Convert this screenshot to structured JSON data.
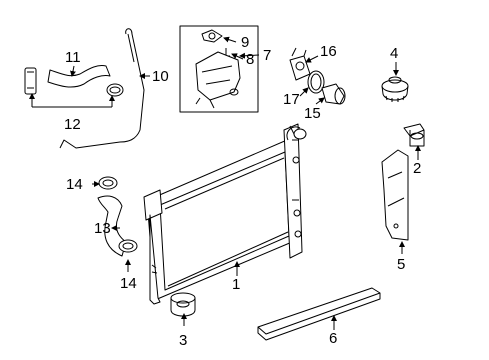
{
  "diagram": {
    "callouts": [
      {
        "id": "c1",
        "text": "1"
      },
      {
        "id": "c2",
        "text": "2"
      },
      {
        "id": "c3",
        "text": "3"
      },
      {
        "id": "c4",
        "text": "4"
      },
      {
        "id": "c5",
        "text": "5"
      },
      {
        "id": "c6",
        "text": "6"
      },
      {
        "id": "c7",
        "text": "7"
      },
      {
        "id": "c8",
        "text": "8"
      },
      {
        "id": "c9",
        "text": "9"
      },
      {
        "id": "c10",
        "text": "10"
      },
      {
        "id": "c11",
        "text": "11"
      },
      {
        "id": "c12",
        "text": "12"
      },
      {
        "id": "c13",
        "text": "13"
      },
      {
        "id": "c14a",
        "text": "14"
      },
      {
        "id": "c14b",
        "text": "14"
      },
      {
        "id": "c15",
        "text": "15"
      },
      {
        "id": "c16",
        "text": "16"
      },
      {
        "id": "c17",
        "text": "17"
      }
    ]
  }
}
